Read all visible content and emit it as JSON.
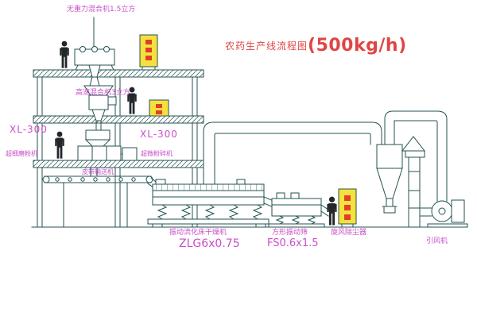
{
  "title": {
    "text": "农药生产线流程图",
    "capacity": "(500kg/h)"
  },
  "labels": {
    "top_mixer": "无重力混合机1.5立方",
    "high_speed_mixer": "高速混合机3立方",
    "mill_model_left": "XL-300",
    "mill_name_left": "超细磨粉机",
    "mill_model_center": "XL-300",
    "mill_name_center": "超微粉碎机",
    "belt_conveyor": "皮带输送机",
    "dryer_name": "振动流化床干燥机",
    "dryer_model": "ZLG6x0.75",
    "screen_name": "方形振动筛",
    "screen_model": "FS0.6x1.5",
    "cyclone": "旋风除尘器",
    "fan": "引风机"
  },
  "colors": {
    "line": "#245252",
    "label": "#c84fc8",
    "title": "#e04545",
    "panel": "#f4e13e",
    "panel_mark": "#e0402a",
    "figure": "#23272a"
  }
}
